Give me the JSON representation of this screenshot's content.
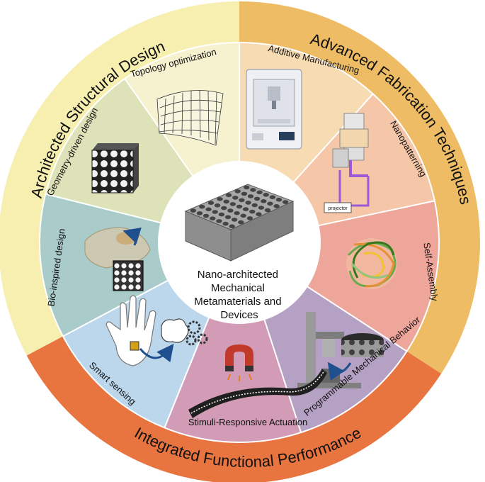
{
  "center": {
    "lines": [
      "Nano-architected",
      "Mechanical",
      "Metamaterials and",
      "Devices"
    ]
  },
  "outer_ring": [
    {
      "id": "design",
      "label": "Architected Structural Design",
      "color": "#f7efb0"
    },
    {
      "id": "fabrication",
      "label": "Advanced Fabrication Techniques",
      "color": "#eebc64"
    },
    {
      "id": "performance",
      "label": "Integrated Functional Performance",
      "color": "#e87440"
    }
  ],
  "segments": [
    {
      "id": "topology",
      "label": "Topology optimization",
      "color": "#f6f1cf"
    },
    {
      "id": "additive",
      "label": "Additive Manufacturing",
      "color": "#f6dbb3"
    },
    {
      "id": "nanopatterning",
      "label": "Nanopatterning",
      "color": "#f5c7a8"
    },
    {
      "id": "self-assembly",
      "label": "Self-Assembly",
      "color": "#eea59a"
    },
    {
      "id": "programmable",
      "label": "Programmable Mechanical Behavior",
      "color": "#b5a1c4"
    },
    {
      "id": "stimuli",
      "label": "Stimuli-Responsive Actuation",
      "color": "#d29cb6"
    },
    {
      "id": "sensing",
      "label": "Smart sensing",
      "color": "#bcd7ec"
    },
    {
      "id": "bioinspired",
      "label": "Bio-inspired design",
      "color": "#a9cbc9"
    },
    {
      "id": "geometry",
      "label": "Geometry-driven design",
      "color": "#dde2b8"
    }
  ],
  "icons": {
    "projector_label": "projector"
  }
}
